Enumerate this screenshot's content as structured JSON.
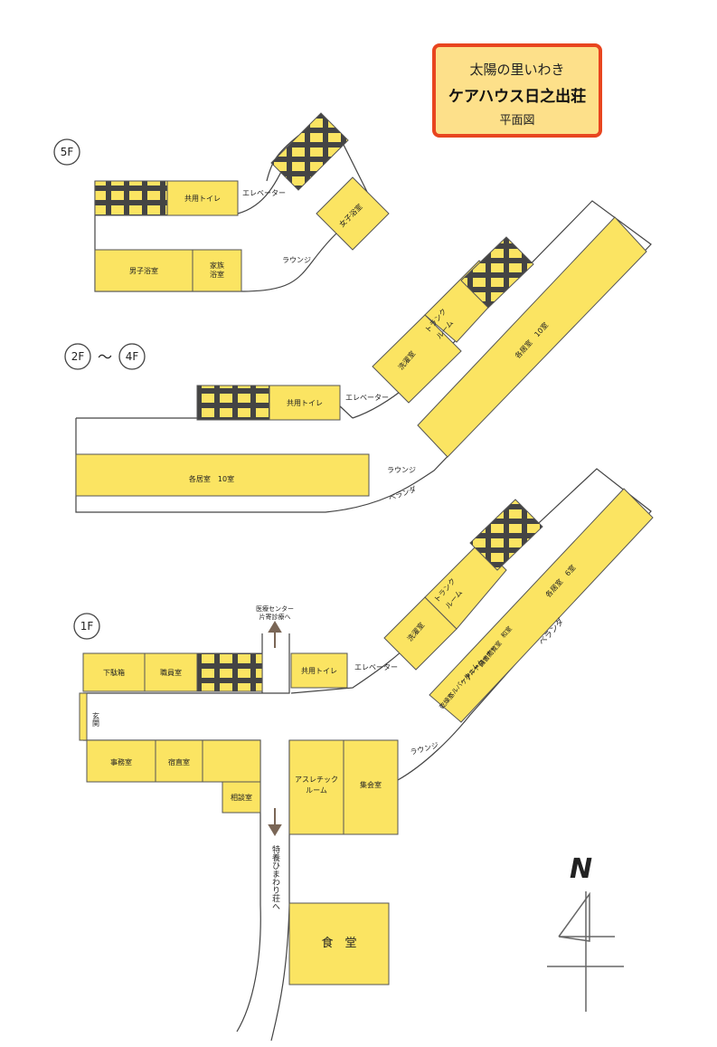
{
  "title": {
    "line1": "太陽の里いわき",
    "line2": "ケアハウス日之出荘",
    "line3": "平面図"
  },
  "colors": {
    "room": "#fbe462",
    "room_border": "#555555",
    "corridor_border": "#444444",
    "elevator_car": "#444444",
    "title_border": "#e8451f",
    "title_fill": "#fde08a",
    "arrow": "#7a6656"
  },
  "floors": {
    "f5": "5F",
    "f2": "2F",
    "tilde": "〜",
    "f4": "4F",
    "f1": "1F"
  },
  "rooms5": {
    "toilet": "共用トイレ",
    "elevator": "エレベーター",
    "women_bath": "女子浴室",
    "men_bath": "男子浴室",
    "family_bath_1": "家族",
    "family_bath_2": "浴室",
    "lounge": "ラウンジ"
  },
  "rooms24": {
    "toilet": "共用トイレ",
    "elevator": "エレベーター",
    "laundry": "洗濯室",
    "trunk_1": "トランク",
    "trunk_2": "ルーム",
    "rooms_ne": "各居室　10室",
    "rooms_w": "各居室　10室",
    "lounge": "ラウンジ",
    "veranda": "ベランダ"
  },
  "rooms1": {
    "medical_1": "医療センター",
    "medical_2": "片寄診療へ",
    "shoes": "下駄箱",
    "staff": "職員室",
    "toilet": "共用トイレ",
    "elevator": "エレベーター",
    "laundry": "洗濯室",
    "trunk_1": "トランク",
    "trunk_2": "ルーム",
    "rooms_ne": "各居室　6室",
    "veranda": "ベランダ",
    "japanese": "和室",
    "library_1": "図書閲覧室",
    "library_2": "アートコーナー",
    "library_3": "ケアルーム",
    "library_4": "ヘルパールーム",
    "laundry_dry": "乾燥室",
    "entrance": "玄関",
    "office": "事務室",
    "night": "宿直室",
    "consult": "相談室",
    "athletic_1": "アスレチック",
    "athletic_2": "ルーム",
    "assembly": "集会室",
    "lounge": "ラウンジ",
    "to_nursing": "特養ひまわり荘へ",
    "dining": "食　堂"
  },
  "compass": {
    "north": "N"
  }
}
